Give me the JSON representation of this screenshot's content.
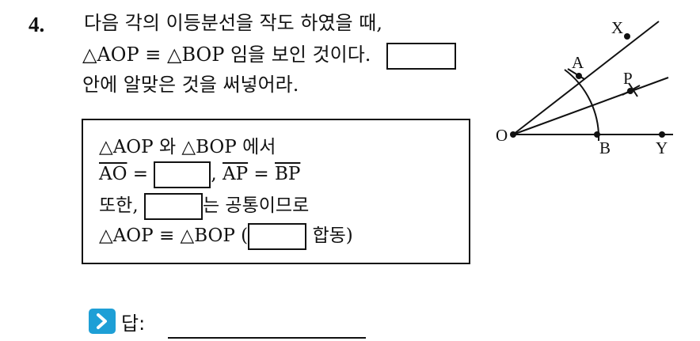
{
  "question": {
    "number": "4.",
    "line1": "다음 각의 이등분선을 작도 하였을 때,",
    "line2": "△AOP ≡ △BOP 임을 보인 것이다.",
    "line3": "안에 알맞은 것을 써넣어라."
  },
  "panel": {
    "line1": "△AOP 와 △BOP 에서",
    "ao": "AO",
    "eq1": "=",
    "ap": "AP",
    "eq2": "=",
    "bp": "BP",
    "line3_pre": "또한,",
    "line3_post": "는 공통이므로",
    "line4_pre": "△AOP ≡ △BOP (",
    "line4_post": "합동)"
  },
  "figure": {
    "labels": {
      "x": "X",
      "a": "A",
      "p": "P",
      "o": "O",
      "b": "B",
      "y": "Y"
    }
  },
  "answer": {
    "icon": "chevron-right-icon",
    "label": "답:"
  },
  "colors": {
    "accent": "#1e9fd6"
  }
}
